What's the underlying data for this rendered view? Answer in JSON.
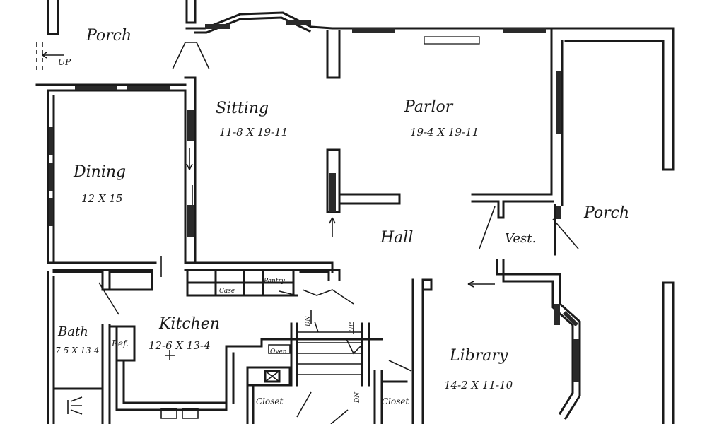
{
  "rooms": {
    "porch_nw": {
      "name": "Porch"
    },
    "sitting": {
      "name": "Sitting",
      "size": "11-8 X 19-11"
    },
    "parlor": {
      "name": "Parlor",
      "size": "19-4 X 19-11"
    },
    "dining": {
      "name": "Dining",
      "size": "12 X 15"
    },
    "porch_e": {
      "name": "Porch"
    },
    "hall": {
      "name": "Hall"
    },
    "vest": {
      "name": "Vest."
    },
    "kitchen": {
      "name": "Kitchen",
      "size": "12-6 X 13-4"
    },
    "bath": {
      "name": "Bath",
      "size": "7-5 X 13-4"
    },
    "library": {
      "name": "Library",
      "size": "14-2 X 11-10"
    }
  },
  "labels": {
    "ref": "Ref.",
    "pantry": "Pantry",
    "case": "Case",
    "closet_left": "Closet",
    "closet_right": "Closet",
    "up_porch": "UP",
    "dn_stair": "DN",
    "up_stair": "UP",
    "dn_arrow": "DN",
    "oven": "Oven"
  }
}
